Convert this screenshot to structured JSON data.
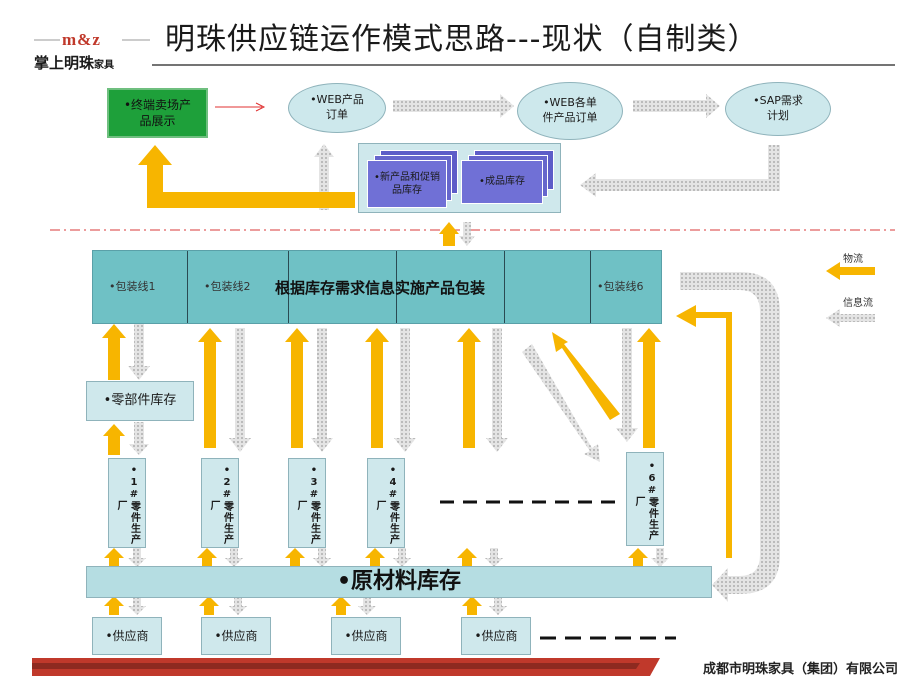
{
  "title": "明珠供应链运作模式思路---现状（自制类）",
  "logo": {
    "mark": "m&z",
    "text_main": "掌上明珠",
    "text_small": "家具"
  },
  "top_flow": {
    "terminal": "•终端卖场产品展示",
    "web_order": "•WEB产品订单",
    "web_unit_order": "•WEB各单件产品订单",
    "sap_plan": "•SAP需求计划",
    "new_stock": "•新产品和促销品库存",
    "finished_stock": "•成品库存"
  },
  "packaging": {
    "line1": "•包装线1",
    "line2": "•包装线2",
    "line6": "•包装线6",
    "center": "根据库存需求信息实施产品包装"
  },
  "parts_stock": "•零部件库存",
  "factories": [
    "•1#零件生产厂",
    "•2#零件生产厂",
    "•3#零件生产厂",
    "•4#零件生产厂",
    "•6#零件生产厂"
  ],
  "raw_material": "•原材料库存",
  "suppliers": [
    "•供应商",
    "•供应商",
    "•供应商",
    "•供应商"
  ],
  "legend": {
    "physical": "物流",
    "info": "信息流"
  },
  "footer": "成都市明珠家具（集团）有限公司",
  "colors": {
    "arrow_yellow": "#f7b500",
    "arrow_gray": "#d5d5d5",
    "teal": "#6fc1c5",
    "light": "#cfe8ec",
    "green": "#1ea03a",
    "footer_red": "#c0392b"
  }
}
